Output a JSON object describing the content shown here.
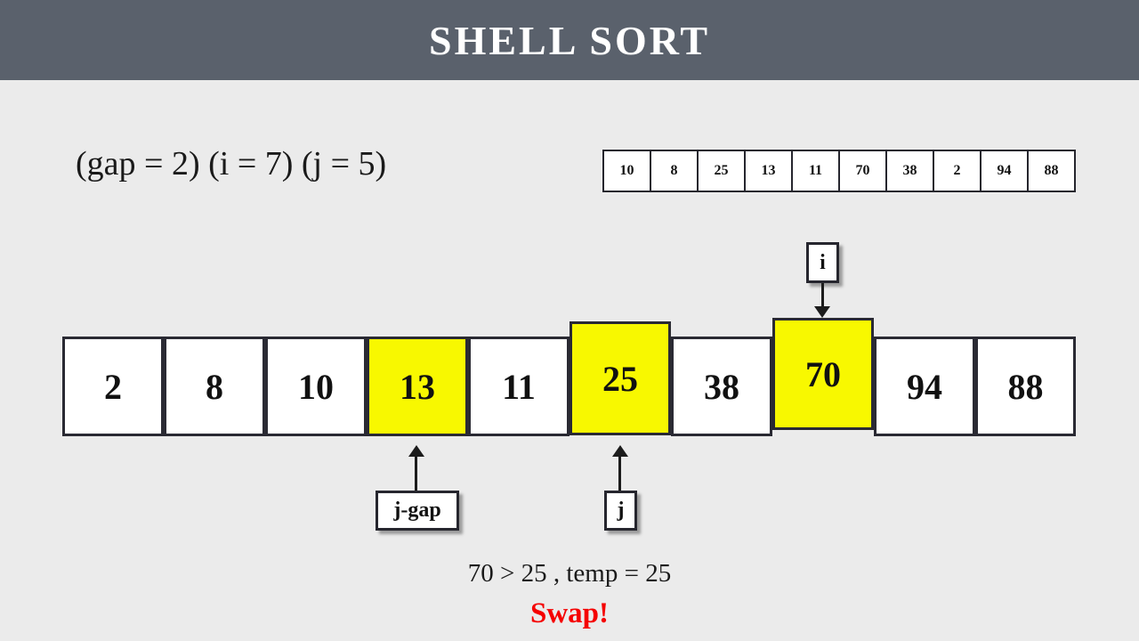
{
  "title": "SHELL SORT",
  "state_label": "(gap = 2) (i = 7) (j = 5)",
  "reference_array": [
    "10",
    "8",
    "25",
    "13",
    "11",
    "70",
    "38",
    "2",
    "94",
    "88"
  ],
  "main_array": [
    {
      "value": "2",
      "highlight": false
    },
    {
      "value": "8",
      "highlight": false
    },
    {
      "value": "10",
      "highlight": false
    },
    {
      "value": "13",
      "highlight": true
    },
    {
      "value": "11",
      "highlight": false
    },
    {
      "value": "25",
      "highlight": true
    },
    {
      "value": "38",
      "highlight": false
    },
    {
      "value": "70",
      "highlight": true
    },
    {
      "value": "94",
      "highlight": false
    },
    {
      "value": "88",
      "highlight": false
    }
  ],
  "pointers": {
    "i": "i",
    "j_gap": "j-gap",
    "j": "j"
  },
  "status_line": "70 > 25 , temp = 25",
  "swap_label": "Swap!",
  "colors": {
    "header_bg": "#5a616c",
    "page_bg": "#ebebeb",
    "highlight": "#f8f800",
    "border": "#2a2a33",
    "swap_red": "#f50000"
  }
}
